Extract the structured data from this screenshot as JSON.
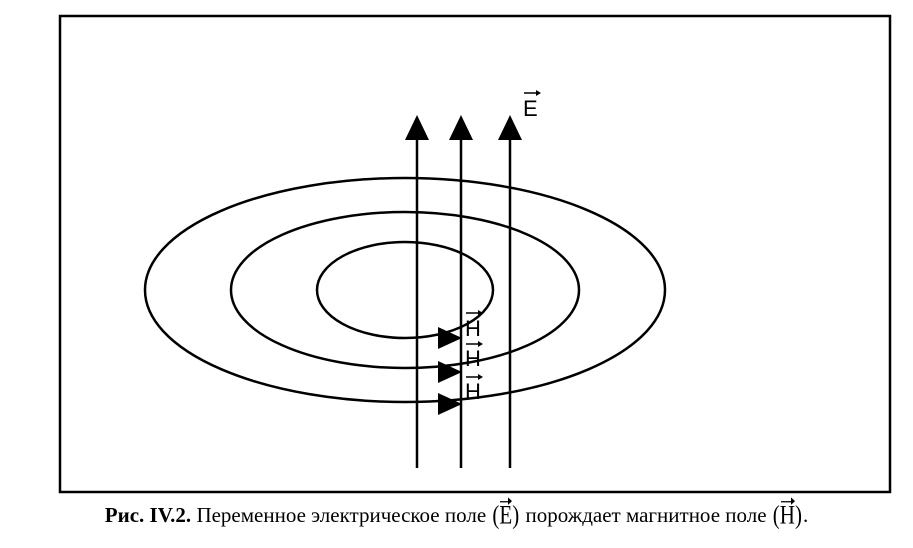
{
  "diagram": {
    "e_label": "E",
    "h_labels": [
      "H",
      "H",
      "H"
    ]
  },
  "caption": {
    "number": "Рис. IV.2.",
    "text_before_e": "Переменное электрическое поле",
    "e_symbol": "E",
    "text_between": "порождает магнитное поле",
    "h_symbol": "H",
    "text_after": "."
  }
}
